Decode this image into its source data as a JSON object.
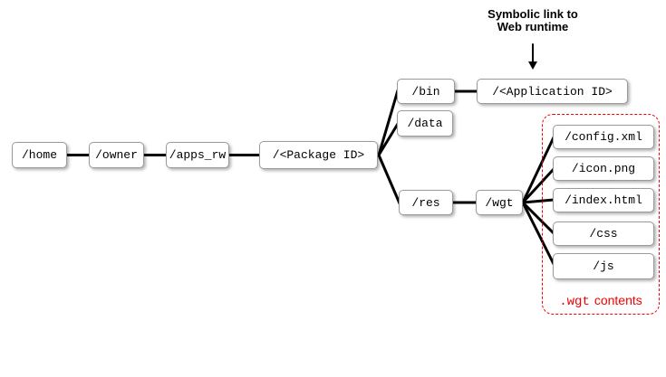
{
  "diagram": {
    "nodes": {
      "home": "/home",
      "owner": "/owner",
      "apps_rw": "/apps_rw",
      "package_id": "/<Package ID>",
      "bin": "/bin",
      "data_dir": "/data",
      "application_id": "/<Application ID>",
      "res": "/res",
      "wgt": "/wgt",
      "config_xml": "/config.xml",
      "icon_png": "/icon.png",
      "index_html": "/index.html",
      "css": "/css",
      "js": "/js"
    },
    "annotation": {
      "line1": "Symbolic link to",
      "line2": "Web runtime"
    },
    "wgt_contents_label": {
      "mono": ".wgt",
      "rest": "contents"
    },
    "colors": {
      "highlight": "#f50000",
      "box_border": "#9a9a9a",
      "line": "#000000"
    }
  }
}
